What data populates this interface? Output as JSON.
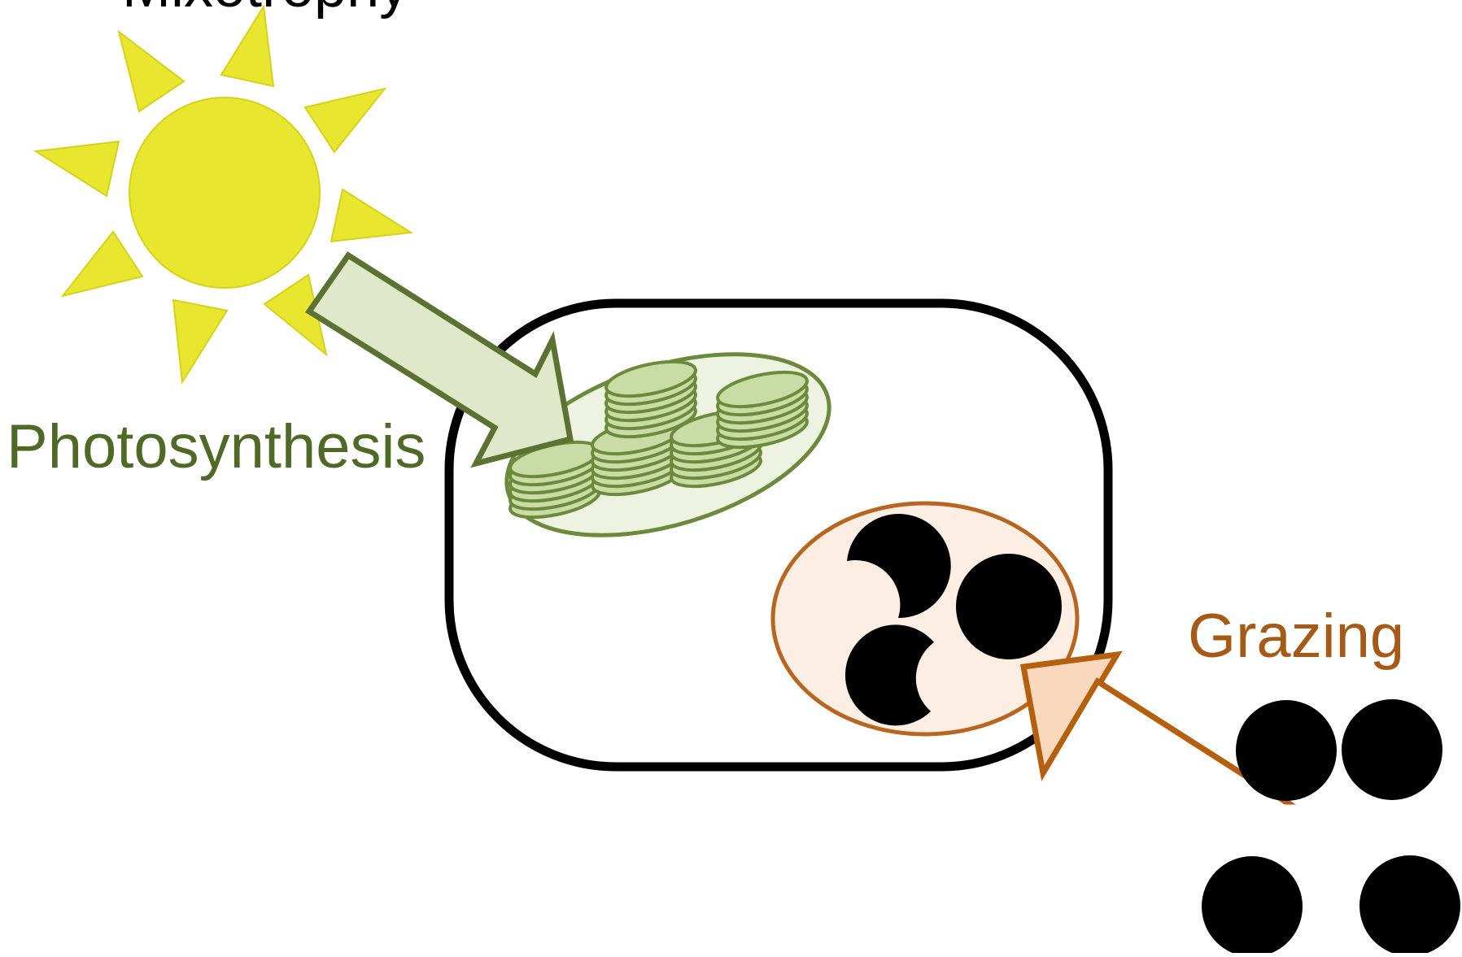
{
  "labels": {
    "top_text_fragment": "Mixotrophy",
    "photosynthesis": "Photosynthesis",
    "grazing": "Grazing"
  },
  "colors": {
    "background": "#ffffff",
    "sun_fill": "#e8e62f",
    "sun_stroke": "#d6d21a",
    "photo_arrow_fill": "#dfe8c9",
    "photo_arrow_stroke": "#5b7232",
    "chloroplast_fill": "#edf3e1",
    "chloroplast_stroke": "#6d8a3c",
    "thylakoid_fill": "#c9dca6",
    "photosynthesis_text": "#4f6a27",
    "vacuole_fill": "#fdeee4",
    "vacuole_stroke": "#b8661f",
    "grazing_arrow_fill": "#fad8bd",
    "grazing_arrow_stroke": "#b5600f",
    "grazing_text": "#a65a17",
    "cell_stroke": "#000000",
    "prey": "#000000"
  },
  "icons": {
    "sun": "sun-icon",
    "chloroplast": "chloroplast-icon",
    "food-vacuole": "food-vacuole-icon",
    "prey": "prey-cell-icon"
  }
}
